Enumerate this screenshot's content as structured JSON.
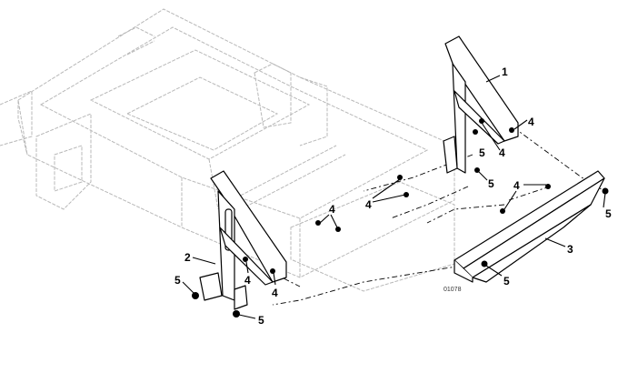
{
  "figure_id": "01078",
  "callouts": {
    "bracket_right": "1",
    "bracket_left": "2",
    "crossbar": "3",
    "bolt": "4",
    "nut": "5"
  }
}
